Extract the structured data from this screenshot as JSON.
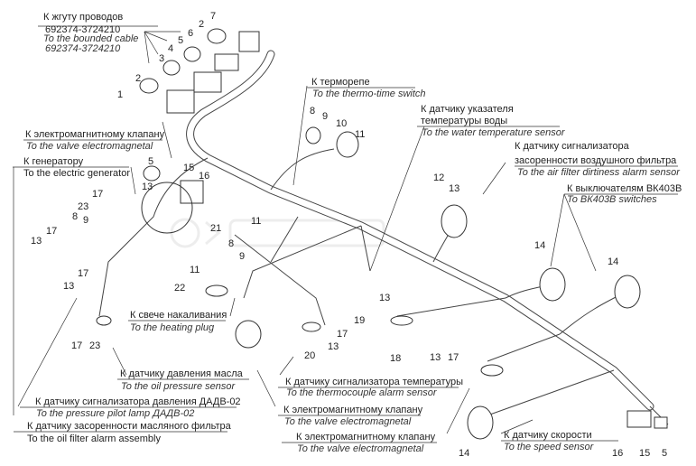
{
  "labels": {
    "bounded_cable_ru": "К жгуту проводов",
    "bounded_cable_num1": "692374-3724210",
    "bounded_cable_en": "To the bounded cable",
    "bounded_cable_num2": "692374-3724210",
    "thermo_ru": "К терморепе",
    "thermo_en": "To the thermo-time switch",
    "water_ru1": "К датчику указателя",
    "water_ru2": "температуры воды",
    "water_en": "To the water temperature sensor",
    "air_ru1": "К датчику сигнализатора",
    "air_ru2": "засоренности воздушного фильтра",
    "air_en": "To the air filter dirtiness alarm sensor",
    "bk_ru": "К выключателям ВК403В",
    "bk_en": "To ВК403В switches",
    "valve1_ru": "К электромагнитному клапану",
    "valve1_en": "To the valve electromagnetal",
    "gen_ru": "К генератору",
    "gen_en": "To the electric generator",
    "heat_ru": "К свече накаливания",
    "heat_en": "To the heating plug",
    "oilp_ru": "К датчику давления масла",
    "oilp_en": "To the oil pressure sensor",
    "dadv_ru": "К датчику сигнализатора давления ДАДВ-02",
    "dadv_en": "To the pressure pilot lamp ДАДВ-02",
    "oilf_ru": "К датчику засоренности масляного фильтра",
    "oilf_en": "To the oil filter alarm assembly",
    "tc_ru": "К датчику сигнализатора температуры",
    "tc_en": "To the thermocouple alarm sensor",
    "valve2_ru": "К электромагнитному клапану",
    "valve2_en": "To the valve electromagnetal",
    "valve3_ru": "К электромагнитному клапану",
    "valve3_en": "To the valve electromagnetal",
    "speed_ru": "К датчику скорости",
    "speed_en": "To the speed sensor"
  },
  "callouts": [
    "1",
    "2",
    "2",
    "3",
    "4",
    "5",
    "6",
    "7",
    "8",
    "9",
    "10",
    "11",
    "5",
    "15",
    "16",
    "17",
    "13",
    "23",
    "9",
    "8",
    "13",
    "17",
    "21",
    "11",
    "8",
    "9",
    "22",
    "11",
    "17",
    "13",
    "17",
    "23",
    "12",
    "13",
    "14",
    "14",
    "13",
    "20",
    "17",
    "13",
    "19",
    "18",
    "13",
    "17",
    "14",
    "16",
    "15",
    "5"
  ],
  "watermark": "autopiter.ru"
}
